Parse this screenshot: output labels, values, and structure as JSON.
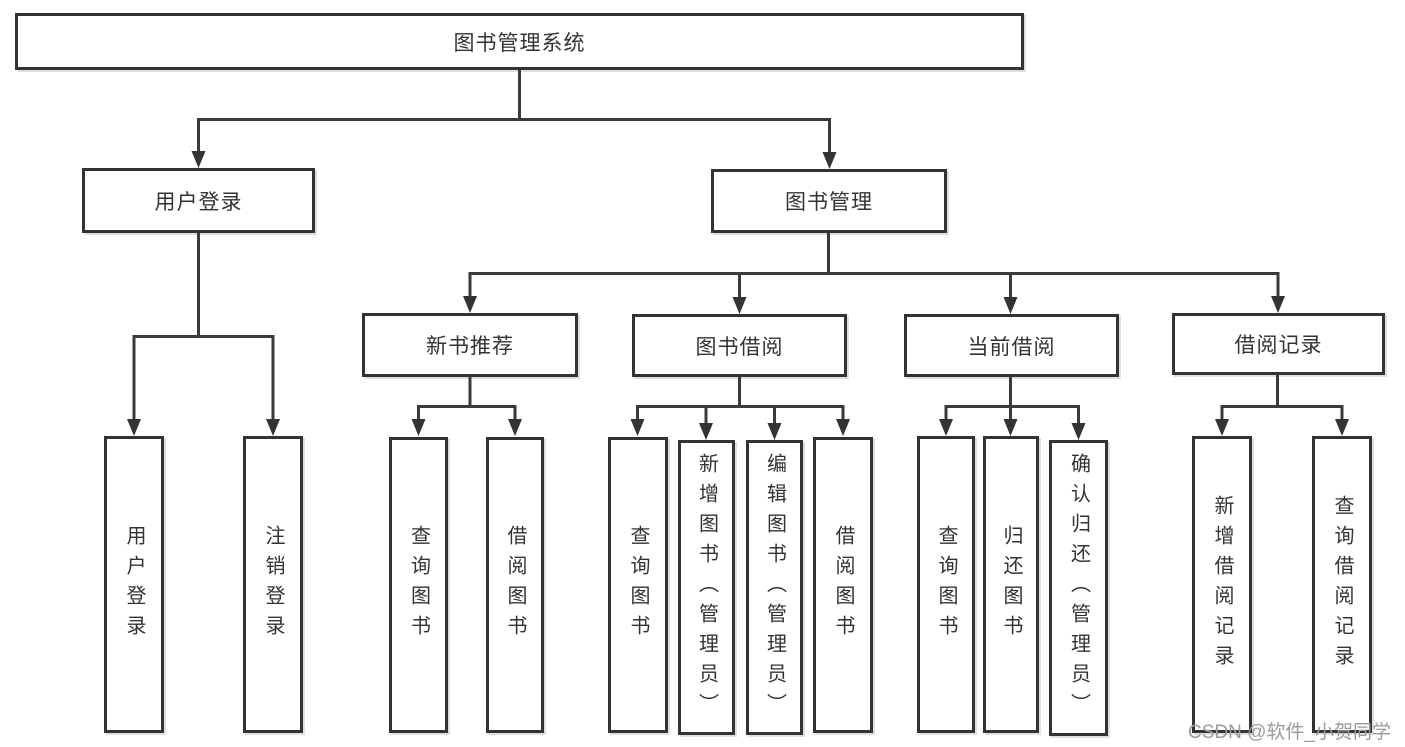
{
  "diagram": {
    "root": {
      "label": "图书管理系统"
    },
    "level2": [
      {
        "label": "用户登录"
      },
      {
        "label": "图书管理"
      }
    ],
    "level3": [
      {
        "label": "新书推荐"
      },
      {
        "label": "图书借阅"
      },
      {
        "label": "当前借阅"
      },
      {
        "label": "借阅记录"
      }
    ],
    "leaves": [
      {
        "label": "用户登录"
      },
      {
        "label": "注销登录"
      },
      {
        "label": "查询图书"
      },
      {
        "label": "借阅图书"
      },
      {
        "label": "查询图书"
      },
      {
        "label": "新增图书（管理员）"
      },
      {
        "label": "编辑图书（管理员）"
      },
      {
        "label": "借阅图书"
      },
      {
        "label": "查询图书"
      },
      {
        "label": "归还图书"
      },
      {
        "label": "确认归还（管理员）"
      },
      {
        "label": "新增借阅记录"
      },
      {
        "label": "查询借阅记录"
      }
    ],
    "watermark": "CSDN @软件_小贺同学",
    "colors": {
      "line": "#3a3a3a",
      "text": "#333333",
      "watermark": "#9b9b9b",
      "background": "#ffffff"
    }
  }
}
